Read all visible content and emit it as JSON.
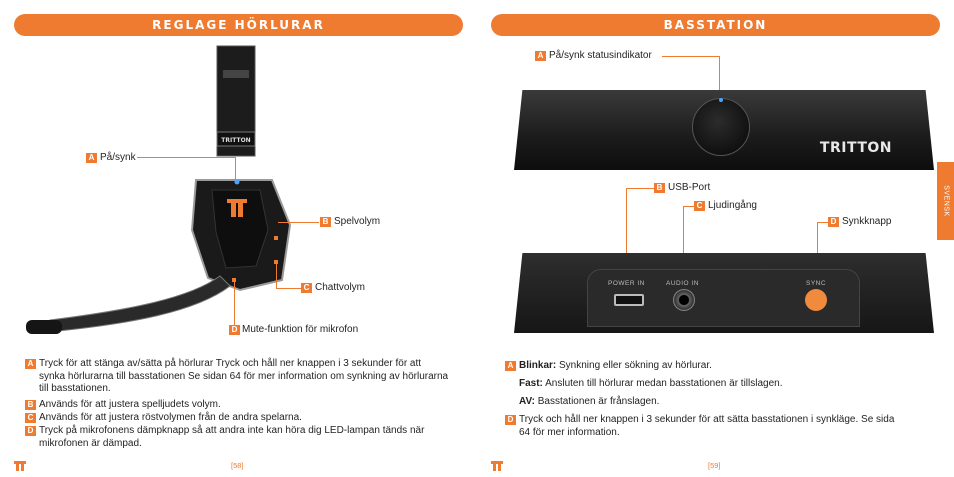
{
  "left_page": {
    "header": "REGLAGE HÖRLURAR",
    "callouts": {
      "a": {
        "letter": "A",
        "label": "På/synk"
      },
      "b": {
        "letter": "B",
        "label": "Spelvolym"
      },
      "c": {
        "letter": "C",
        "label": "Chattvolym"
      },
      "d": {
        "letter": "D",
        "label": "Mute-funktion för mikrofon"
      }
    },
    "descriptions": [
      {
        "letter": "A",
        "text": "Tryck för att stänga av/sätta på hörlurar Tryck och håll ner knappen i 3 sekunder för att synka hörlurarna till basstationen Se sidan 64 för mer information om synkning av hörlurarna till basstationen."
      },
      {
        "letter": "B",
        "text": "Används för att justera spelljudets volym."
      },
      {
        "letter": "C",
        "text": "Används för att justera röstvolymen från de andra spelarna."
      },
      {
        "letter": "D",
        "text": "Tryck på mikrofonens dämpknapp så att andra inte kan höra dig  LED-lampan tänds när mikrofonen är dämpad."
      }
    ],
    "page_number": "[58]"
  },
  "right_page": {
    "header": "BASSTATION",
    "callouts": {
      "a": {
        "letter": "A",
        "label": "På/synk statusindikator"
      },
      "b": {
        "letter": "B",
        "label": "USB-Port"
      },
      "c": {
        "letter": "C",
        "label": "Ljudingång"
      },
      "d": {
        "letter": "D",
        "label": "Synkknapp"
      }
    },
    "device": {
      "brand": "TRITTON",
      "ports": {
        "power": "POWER IN",
        "audio": "AUDIO IN",
        "sync": "SYNC"
      }
    },
    "descriptions": {
      "a": {
        "letter": "A",
        "blinking_term": "Blinkar:",
        "blinking_text": " Synkning eller sökning av hörlurar.",
        "fast_term": "Fast:",
        "fast_text": " Ansluten till hörlurar medan basstationen är tillslagen.",
        "off_term": "AV:",
        "off_text": " Basstationen är frånslagen."
      },
      "d": {
        "letter": "D",
        "text": "Tryck och håll ner knappen i 3 sekunder för att sätta basstationen i synkläge. Se sida 64 för mer information."
      }
    },
    "page_number": "[59]"
  },
  "side_tab": "SVENSK",
  "headset_brand": "TRITTON",
  "colors": {
    "accent": "#ee7b30",
    "text": "#231f20"
  }
}
